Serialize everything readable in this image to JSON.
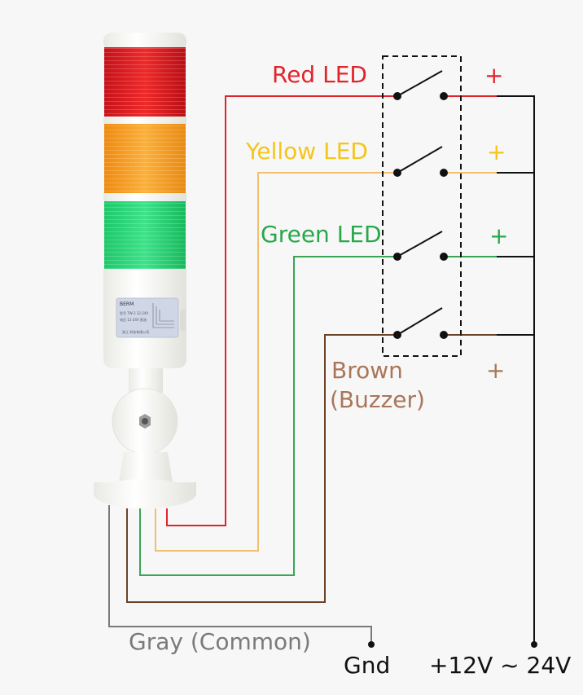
{
  "title": "Signal tower light wiring diagram",
  "colors": {
    "red": "#e0242b",
    "yellow": "#f5c518",
    "yellow_wire": "#f0c070",
    "green": "#27a84a",
    "brown": "#a9765a",
    "brown_wire": "#6b4226",
    "gray": "#7a7a7a",
    "black": "#111111"
  },
  "labels": {
    "red_led": "Red LED",
    "yellow_led": "Yellow LED",
    "green_led": "Green LED",
    "brown_line1": "Brown",
    "brown_line2": "(Buzzer)",
    "gray_common": "Gray (Common)",
    "gnd": "Gnd",
    "supply": "+12V ~ 24V",
    "plus": "+"
  },
  "device": {
    "name": "3-tier signal tower with buzzer",
    "tiers": [
      "red",
      "yellow",
      "green"
    ],
    "nameplate_brand": "BERM"
  },
  "switches": [
    {
      "channel": "Red LED",
      "state": "open"
    },
    {
      "channel": "Yellow LED",
      "state": "open"
    },
    {
      "channel": "Green LED",
      "state": "open"
    },
    {
      "channel": "Brown (Buzzer)",
      "state": "open"
    }
  ]
}
